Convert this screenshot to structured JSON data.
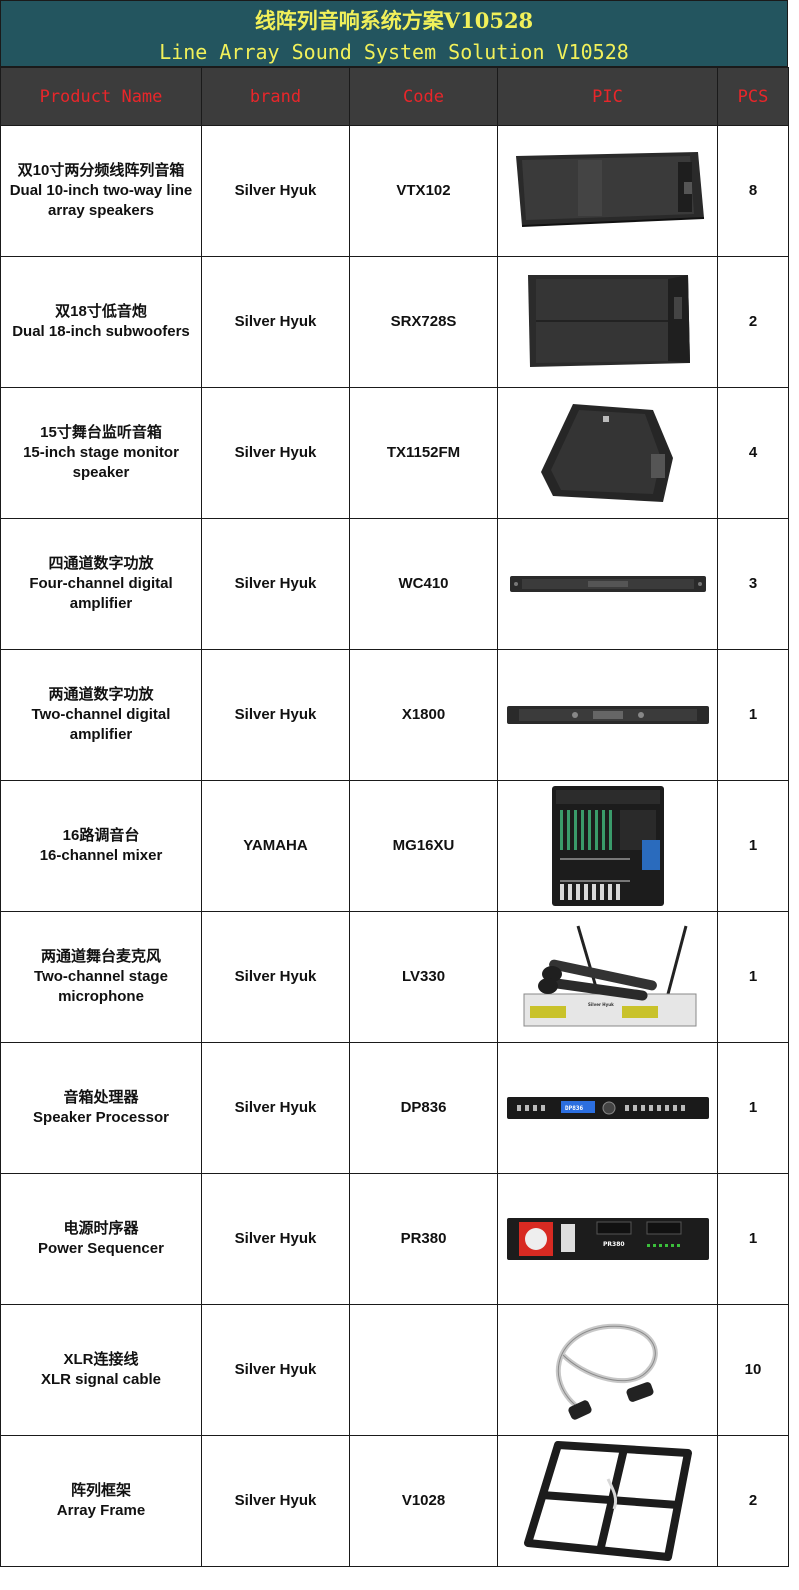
{
  "title": {
    "zh": "线阵列音响系统方案V10528",
    "en": "Line Array Sound System Solution V10528"
  },
  "columns": [
    "Product Name",
    "brand",
    "Code",
    "PIC",
    "PCS"
  ],
  "rows": [
    {
      "name_zh": "双10寸两分频线阵列音箱",
      "name_en": "Dual 10-inch two-way line array speakers",
      "brand": "Silver Hyuk",
      "code": "VTX102",
      "pic": "line-array-speaker",
      "pcs": "8"
    },
    {
      "name_zh": "双18寸低音炮",
      "name_en": "Dual 18-inch subwoofers",
      "brand": "Silver Hyuk",
      "code": "SRX728S",
      "pic": "subwoofer",
      "pcs": "2"
    },
    {
      "name_zh": "15寸舞台监听音箱",
      "name_en": "15-inch stage monitor speaker",
      "brand": "Silver Hyuk",
      "code": "TX1152FM",
      "pic": "stage-monitor",
      "pcs": "4"
    },
    {
      "name_zh": "四通道数字功放",
      "name_en": "Four-channel digital amplifier",
      "brand": "Silver Hyuk",
      "code": "WC410",
      "pic": "amplifier",
      "pcs": "3"
    },
    {
      "name_zh": "两通道数字功放",
      "name_en": "Two-channel digital amplifier",
      "brand": "Silver Hyuk",
      "code": "X1800",
      "pic": "amplifier-2ch",
      "pcs": "1"
    },
    {
      "name_zh": "16路调音台",
      "name_en": "16-channel mixer",
      "brand": "YAMAHA",
      "code": "MG16XU",
      "pic": "mixer",
      "pcs": "1"
    },
    {
      "name_zh": "两通道舞台麦克风",
      "name_en": "Two-channel stage microphone",
      "brand": "Silver Hyuk",
      "code": "LV330",
      "pic": "wireless-microphone",
      "pcs": "1"
    },
    {
      "name_zh": "音箱处理器",
      "name_en": "Speaker Processor",
      "brand": "Silver Hyuk",
      "code": "DP836",
      "pic": "processor",
      "pcs": "1"
    },
    {
      "name_zh": "电源时序器",
      "name_en": "Power Sequencer",
      "brand": "Silver Hyuk",
      "code": "PR380",
      "pic": "power-sequencer",
      "pcs": "1"
    },
    {
      "name_zh": "XLR连接线",
      "name_en": "XLR signal cable",
      "brand": "Silver Hyuk",
      "code": "",
      "pic": "xlr-cable",
      "pcs": "10"
    },
    {
      "name_zh": "阵列框架",
      "name_en": "Array Frame",
      "brand": "Silver Hyuk",
      "code": "V1028",
      "pic": "array-frame",
      "pcs": "2"
    }
  ],
  "pic_texts": {
    "microphone_brand": "Silver Hyuk",
    "processor_display": "DP836",
    "sequencer_label": "PR380"
  }
}
